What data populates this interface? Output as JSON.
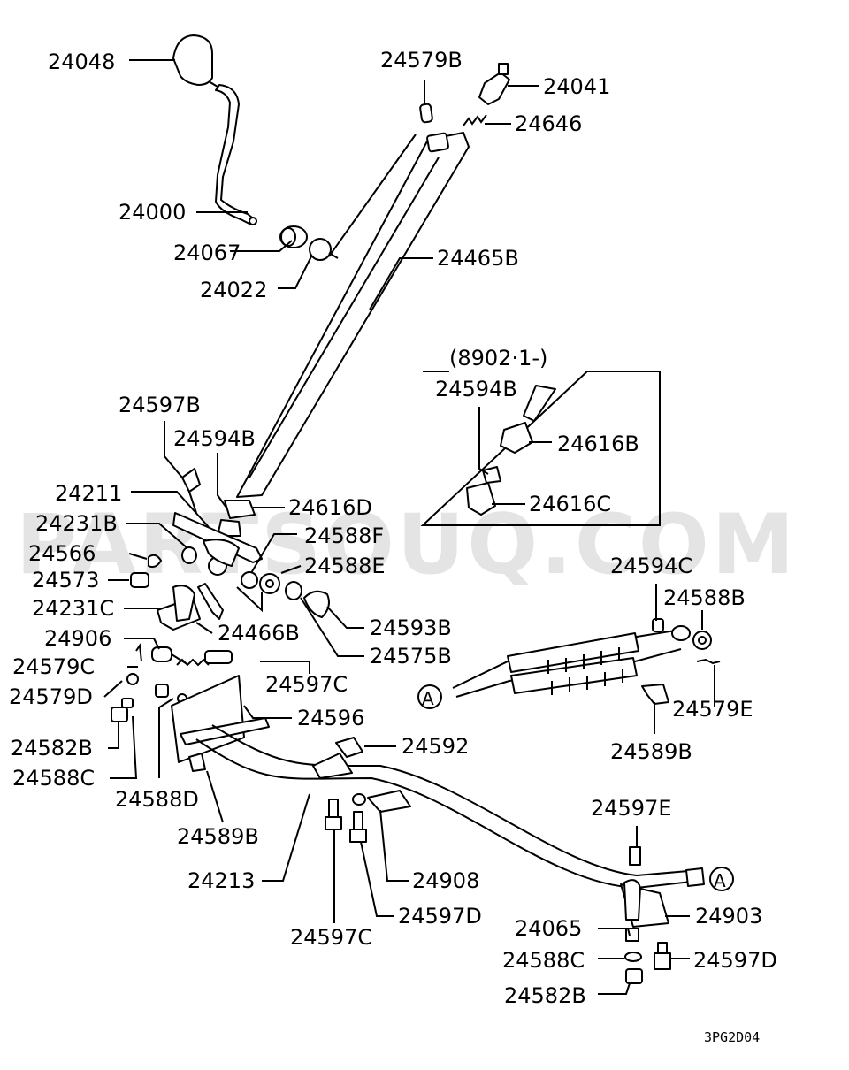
{
  "watermark": "PARTSOUQ.COM",
  "diagram_code": "3PG2D04",
  "inset": {
    "caption": "(8902·1-)"
  },
  "callout_marker": "A",
  "labels": [
    "24048",
    "24579B",
    "24041",
    "24646",
    "24000",
    "24067",
    "24022",
    "24465B",
    "24597B",
    "24594B",
    "24211",
    "24616D",
    "24231B",
    "24588F",
    "24566",
    "24588E",
    "24573",
    "24231C",
    "24466B",
    "24593B",
    "24575B",
    "24906",
    "24579C",
    "24597C",
    "24579D",
    "24596",
    "24582B",
    "24592",
    "24588C",
    "24588D",
    "24589B",
    "24213",
    "24908",
    "24597C",
    "24597D",
    "24594B",
    "24616B",
    "24616C",
    "24594C",
    "24588B",
    "24579E",
    "24589B",
    "24597E",
    "24903",
    "24065",
    "24588C",
    "24597D",
    "24582B"
  ]
}
